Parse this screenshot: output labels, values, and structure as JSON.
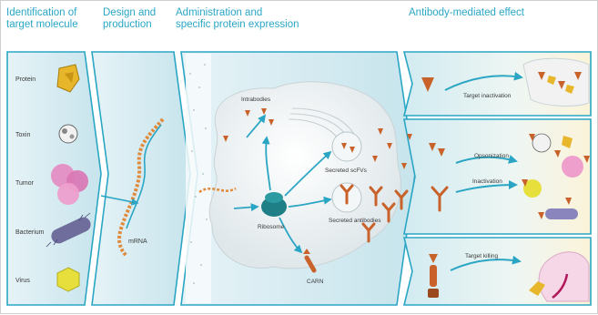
{
  "headers": {
    "col1": [
      "Identification of",
      "target molecule"
    ],
    "col2": [
      "Design and",
      "production"
    ],
    "col3": [
      "Administration and",
      "specific protein expression"
    ],
    "col4": [
      "Antibody-mediated effect"
    ]
  },
  "targets": [
    "Protein",
    "Toxin",
    "Tumor",
    "Bacterium",
    "Virus"
  ],
  "labels": {
    "mrna": "mRNA",
    "intrabodies": "Intrabodies",
    "secreted_scfv": "Secreted scFVs",
    "secreted_antibodies": "Secreted antibodies",
    "ribosome": "Ribosome",
    "carn": "CARN",
    "target_inactivation": "Target inactivation",
    "opsonization": "Opsonization",
    "inactivation": "Inactivation",
    "target_killing": "Target killing"
  },
  "colors": {
    "accent": "#2aa6c4",
    "panel": "#cfe8ef",
    "antibody": "#c8622a",
    "ribosome": "#1e7f86"
  }
}
